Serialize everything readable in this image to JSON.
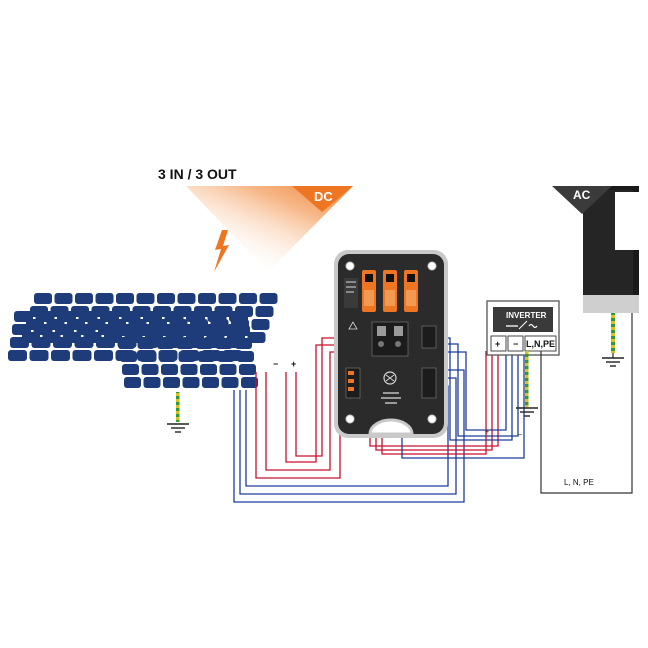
{
  "diagram": {
    "title": "3 IN / 3 OUT",
    "dc_label": "DC",
    "ac_label": "AC",
    "inverter": {
      "label": "INVERTER",
      "terminal_plus": "+",
      "terminal_minus": "−",
      "terminal_ac": "L,N,PE"
    },
    "ac_line_label": "L, N, PE",
    "panel_terminals": {
      "minus": "−",
      "plus": "+"
    },
    "inverter_wire_labels": {
      "plus": "+",
      "minus": "−"
    }
  },
  "colors": {
    "accent_orange": "#ee7623",
    "positive_wire": "#c8102e",
    "negative_wire": "#1f3d99",
    "panel_blue": "#1e3b7a",
    "device_body": "#2b2b2b",
    "earth_yellow": "#d9c21a",
    "earth_green": "#2e9a3c"
  },
  "icons": [
    "lightning-icon",
    "ground-icon",
    "dc-ac-symbol-icon"
  ]
}
